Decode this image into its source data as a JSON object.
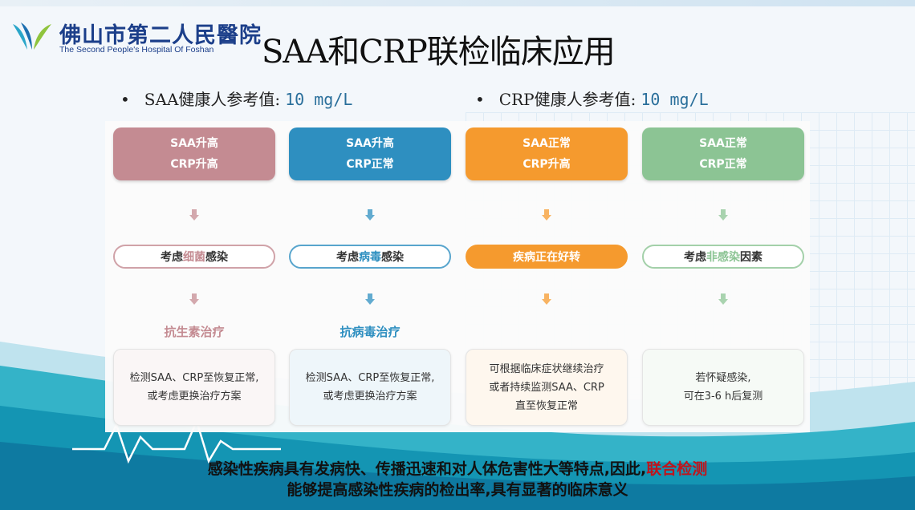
{
  "header": {
    "hospital_cn": "佛山市第二人民醫院",
    "hospital_en": "The Second People's Hospital Of Foshan",
    "title": "SAA和CRP联检临床应用"
  },
  "reference": {
    "bullet": "•",
    "saa_label": "SAA健康人参考值:",
    "saa_value": "10 mg/L",
    "crp_label": "CRP健康人参考值:",
    "crp_value": "10 mg/L"
  },
  "columns": [
    {
      "color": "#c48b92",
      "top_line1": "SAA升高",
      "top_line2": "CRP升高",
      "mid_pre": "考虑",
      "mid_hl": "细菌",
      "mid_post": "感染",
      "treatment": "抗生素治疗",
      "detail_line1": "检测SAA、CRP至恢复正常,",
      "detail_line2": "或考虑更换治疗方案",
      "detail_line3": ""
    },
    {
      "color": "#2e8fc0",
      "top_line1": "SAA升高",
      "top_line2": "CRP正常",
      "mid_pre": "考虑",
      "mid_hl": "病毒",
      "mid_post": "感染",
      "treatment": "抗病毒治疗",
      "detail_line1": "检测SAA、CRP至恢复正常,",
      "detail_line2": "或考虑更换治疗方案",
      "detail_line3": ""
    },
    {
      "color": "#f59a2e",
      "top_line1": "SAA正常",
      "top_line2": "CRP升高",
      "mid_pre": "",
      "mid_hl": "",
      "mid_post": "疾病正在好转",
      "treatment": "",
      "detail_line1": "可根据临床症状继续治疗",
      "detail_line2": "或者持续监测SAA、CRP",
      "detail_line3": "直至恢复正常"
    },
    {
      "color": "#8cc494",
      "top_line1": "SAA正常",
      "top_line2": "CRP正常",
      "mid_pre": "考虑",
      "mid_hl": "非感染",
      "mid_post": "因素",
      "treatment": "",
      "detail_line1": "若怀疑感染,",
      "detail_line2": "可在3-6 h后复测",
      "detail_line3": ""
    }
  ],
  "footer": {
    "line1_a": "感染性疾病具有发病快、传播迅速和对人体危害性大等特点,因此,",
    "line1_b": "联合检测",
    "line2": "能够提高感染性疾病的检出率,具有显著的临床意义"
  }
}
